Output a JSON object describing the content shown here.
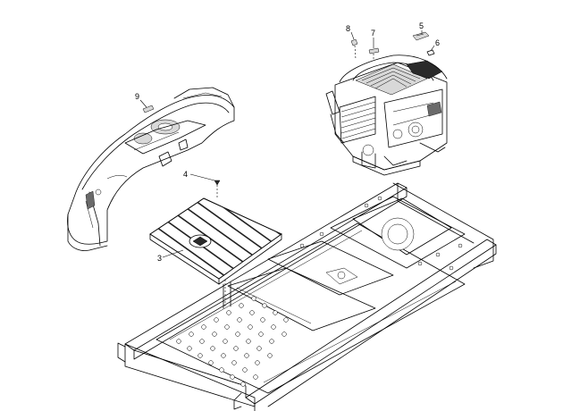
{
  "callouts": [
    {
      "id": "c1",
      "label": "3"
    },
    {
      "id": "c2",
      "label": "4"
    },
    {
      "id": "c3",
      "label": "5"
    },
    {
      "id": "c4",
      "label": "6"
    },
    {
      "id": "c5",
      "label": "7"
    },
    {
      "id": "c6",
      "label": "8"
    },
    {
      "id": "c7",
      "label": "9"
    }
  ]
}
